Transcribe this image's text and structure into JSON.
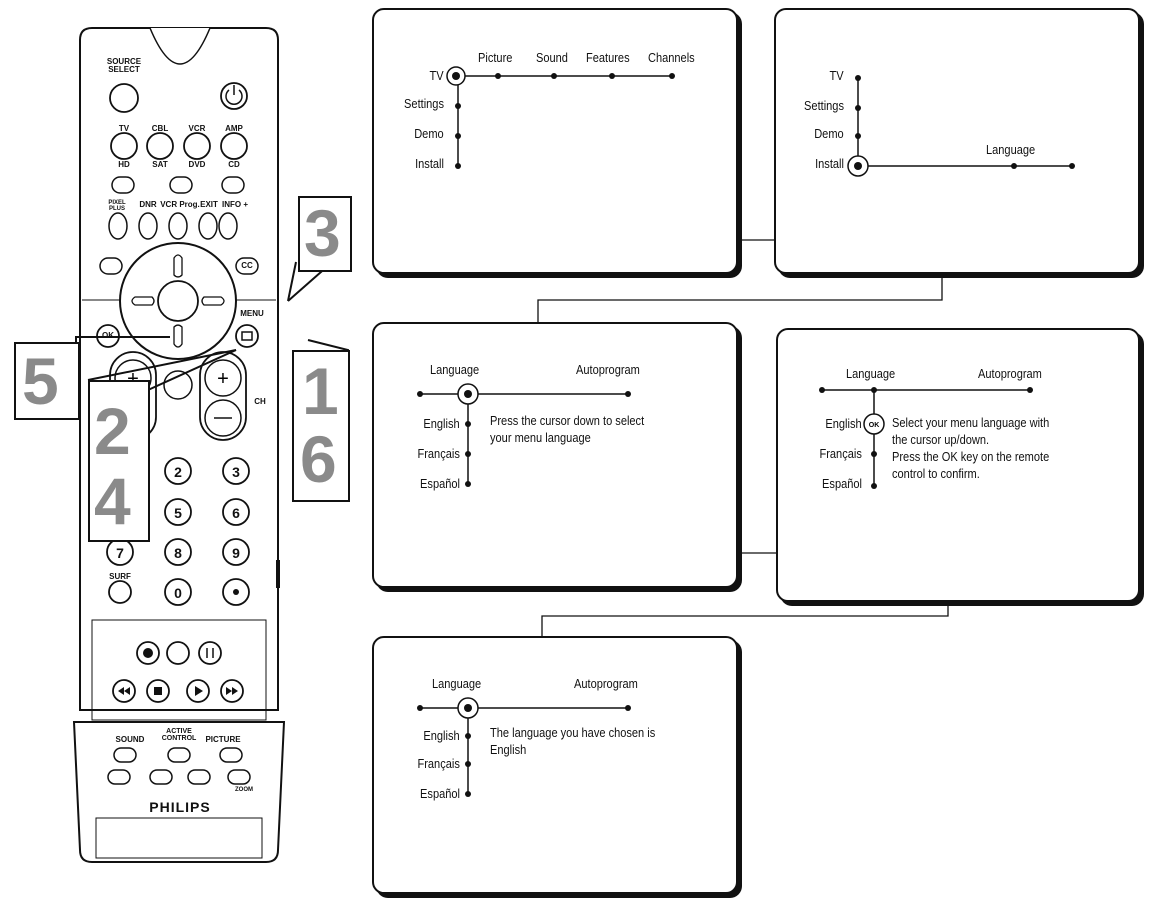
{
  "remote": {
    "source_select": "SOURCE SELECT",
    "tv": "TV",
    "cbl": "CBL",
    "vcr": "VCR",
    "amp": "AMP",
    "hd": "HD",
    "sat": "SAT",
    "dvd": "DVD",
    "cd": "CD",
    "pixel_plus": "PIXEL PLUS",
    "dnr": "DNR",
    "vcr_prog": "VCR Prog.",
    "exit": "EXIT",
    "info": "INFO +",
    "cc": "CC",
    "menu": "MENU",
    "ok": "OK",
    "ch": "CH",
    "surf": "SURF",
    "keys": [
      "2",
      "3",
      "5",
      "6",
      "7",
      "8",
      "9",
      "0"
    ],
    "sound": "SOUND",
    "active_control": "ACTIVE CONTROL",
    "picture": "PICTURE",
    "zoom": "ZOOM",
    "brand": "PHILIPS"
  },
  "callouts": {
    "n1": "1",
    "n2": "2",
    "n3": "3",
    "n4": "4",
    "n5": "5",
    "n6": "6"
  },
  "screen1": {
    "tv": "TV",
    "settings": "Settings",
    "demo": "Demo",
    "install": "Install",
    "tabs": [
      "Picture",
      "Sound",
      "Features",
      "Channels"
    ]
  },
  "screen2": {
    "tv": "TV",
    "settings": "Settings",
    "demo": "Demo",
    "install": "Install",
    "language": "Language"
  },
  "screen3": {
    "language": "Language",
    "autoprogram": "Autoprogram",
    "english": "English",
    "francais": "Français",
    "espanol": "Español",
    "message": "Press the cursor down to select\nyour menu language"
  },
  "screen4": {
    "language": "Language",
    "autoprogram": "Autoprogram",
    "english": "English",
    "francais": "Français",
    "espanol": "Español",
    "message": "Select your menu language with\nthe cursor up/down.\nPress the OK key on the remote\ncontrol to confirm."
  },
  "screen5": {
    "language": "Language",
    "autoprogram": "Autoprogram",
    "english": "English",
    "francais": "Français",
    "espanol": "Español",
    "message": "The language you have chosen is\nEnglish"
  }
}
